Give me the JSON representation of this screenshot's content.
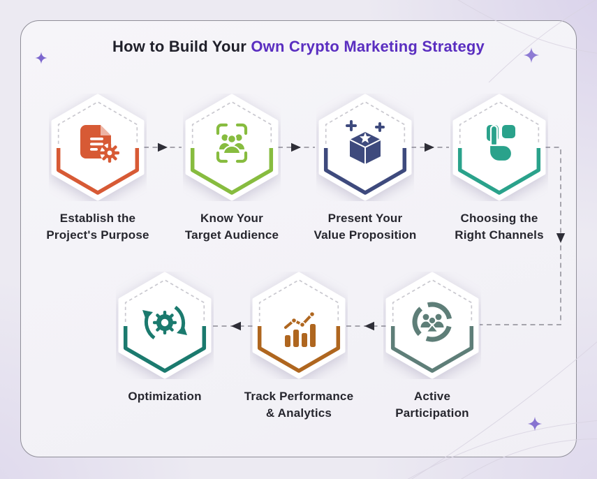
{
  "title": {
    "prefix": "How to Build Your ",
    "highlight": "Own Crypto Marketing Strategy"
  },
  "colors": {
    "page_bg": "#ECEAF2",
    "card_border": "#8F8E98",
    "title_prefix": "#20202A",
    "title_highlight": "#5A2EC0",
    "connector_line": "#9A99A2",
    "connector_arrow": "#2E2E37",
    "sparkle": "#7C66CE",
    "label_text": "#26262E"
  },
  "steps": [
    {
      "name": "establish-purpose",
      "label_lines": [
        "Establish the",
        "Project's Purpose"
      ],
      "color": "#D75A35",
      "icon": "document-gear-icon"
    },
    {
      "name": "know-audience",
      "label_lines": [
        "Know Your",
        "Target Audience"
      ],
      "color": "#87BC3F",
      "icon": "audience-focus-icon"
    },
    {
      "name": "value-proposition",
      "label_lines": [
        "Present Your",
        "Value Proposition"
      ],
      "color": "#3E4A7D",
      "icon": "gift-box-stars-icon"
    },
    {
      "name": "right-channels",
      "label_lines": [
        "Choosing the",
        "Right Channels"
      ],
      "color": "#2AA28B",
      "icon": "tap-hand-icon"
    },
    {
      "name": "active-participation",
      "label_lines": [
        "Active",
        "Participation"
      ],
      "color": "#5E7E78",
      "icon": "community-cycle-icon"
    },
    {
      "name": "track-performance",
      "label_lines": [
        "Track Performance",
        "& Analytics"
      ],
      "color": "#AF661F",
      "icon": "bar-chart-icon"
    },
    {
      "name": "optimization",
      "label_lines": [
        "Optimization"
      ],
      "color": "#1B7A6E",
      "icon": "gear-refresh-icon"
    }
  ]
}
